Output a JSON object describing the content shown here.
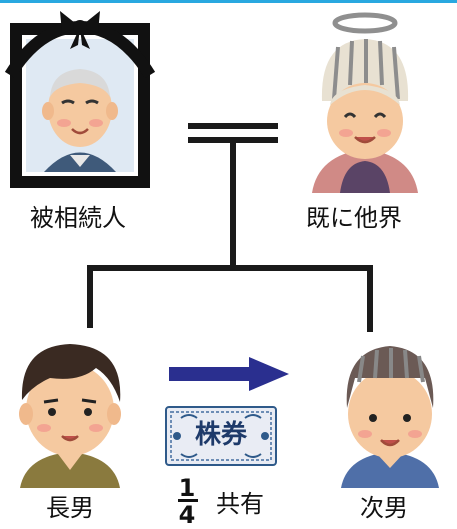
{
  "labels": {
    "decedent": "被相続人",
    "deceased_spouse": "既に他界",
    "eldest_son": "長男",
    "second_son": "次男",
    "share_numerator": "1",
    "share_denominator": "4",
    "share_suffix": "共有"
  },
  "certificate_text": "株券",
  "colors": {
    "accent_rule": "#29a8e0",
    "arrow": "#2a2f8f",
    "lines": "#1a1a1a",
    "mourning_frame": "#111111",
    "halo": "#8f8f8f",
    "certificate_border": "#2f5a8a",
    "skin": "#f5c9a0"
  },
  "icons": [
    "memorial-portrait-icon",
    "halo-icon",
    "grandmother-icon",
    "man-icon",
    "boy-icon",
    "stock-certificate-icon",
    "arrow-right-icon"
  ]
}
